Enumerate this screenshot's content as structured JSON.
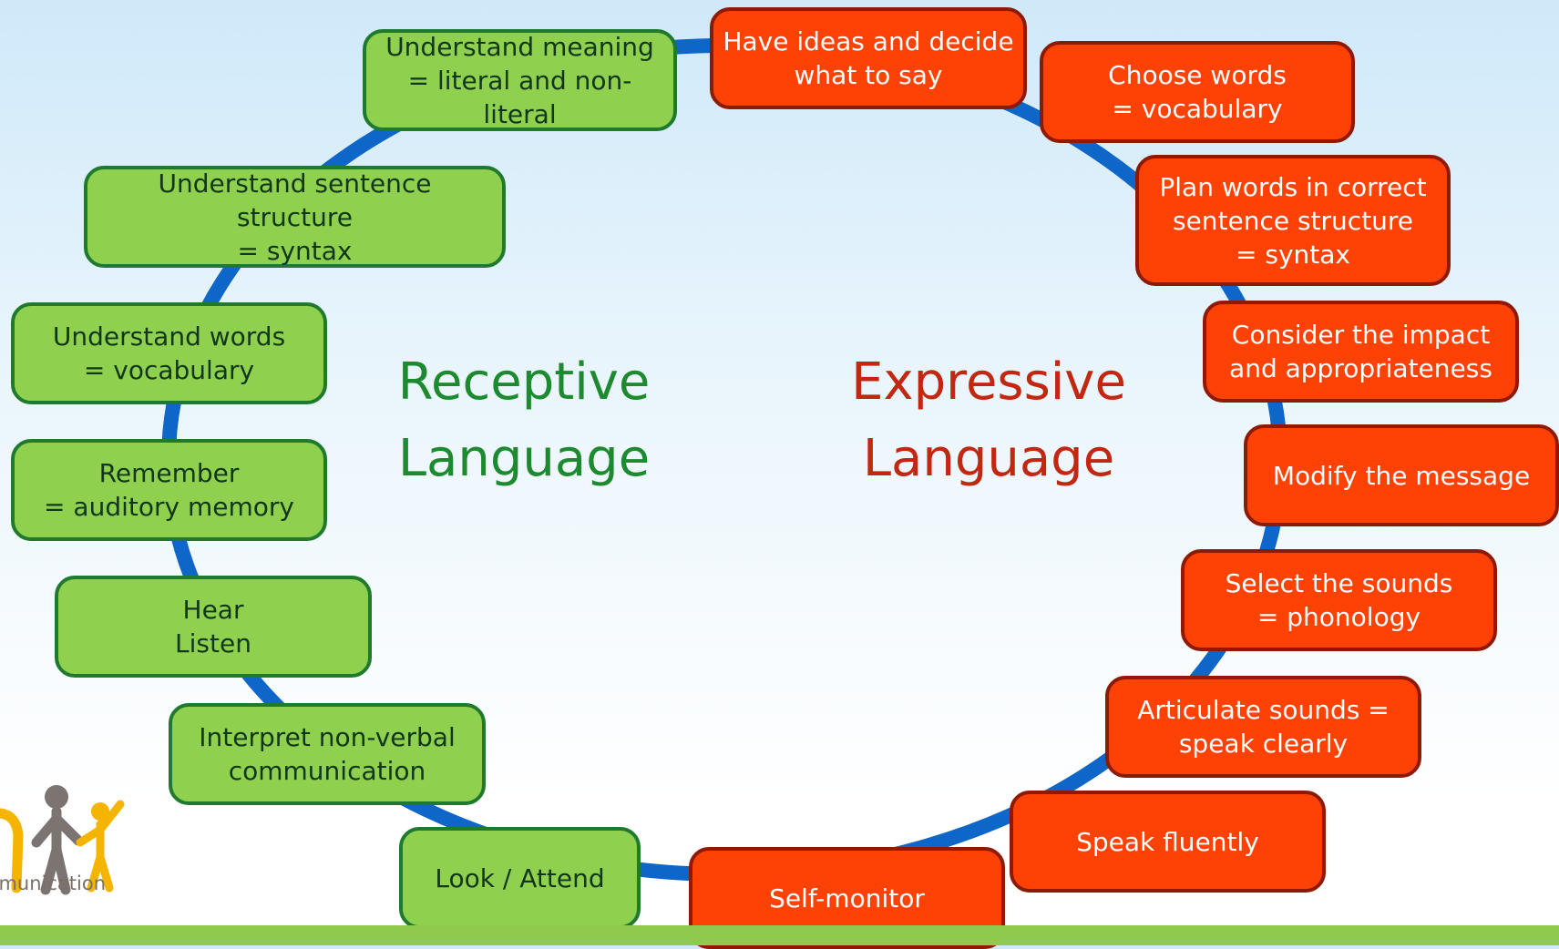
{
  "receptive_title": "Receptive\nLanguage",
  "expressive_title": "Expressive\nLanguage",
  "receptive_steps": [
    "Understand meaning\n= literal and non-literal",
    "Understand sentence structure\n= syntax",
    "Understand words\n= vocabulary",
    "Remember\n= auditory memory",
    "Hear\nListen",
    "Interpret non-verbal\ncommunication",
    "Look / Attend"
  ],
  "expressive_steps": [
    "Have ideas and decide\nwhat to say",
    "Choose words\n= vocabulary",
    "Plan words in correct\nsentence structure\n= syntax",
    "Consider the impact\nand appropriateness",
    "Modify the message",
    "Select the sounds\n= phonology",
    "Articulate sounds =\nspeak clearly",
    "Speak fluently",
    "Self-monitor"
  ],
  "logo_text": "mmunication",
  "colors": {
    "receptive_fill": "#8fd14f",
    "expressive_fill": "#fe4105",
    "ring": "#0e66c8"
  }
}
